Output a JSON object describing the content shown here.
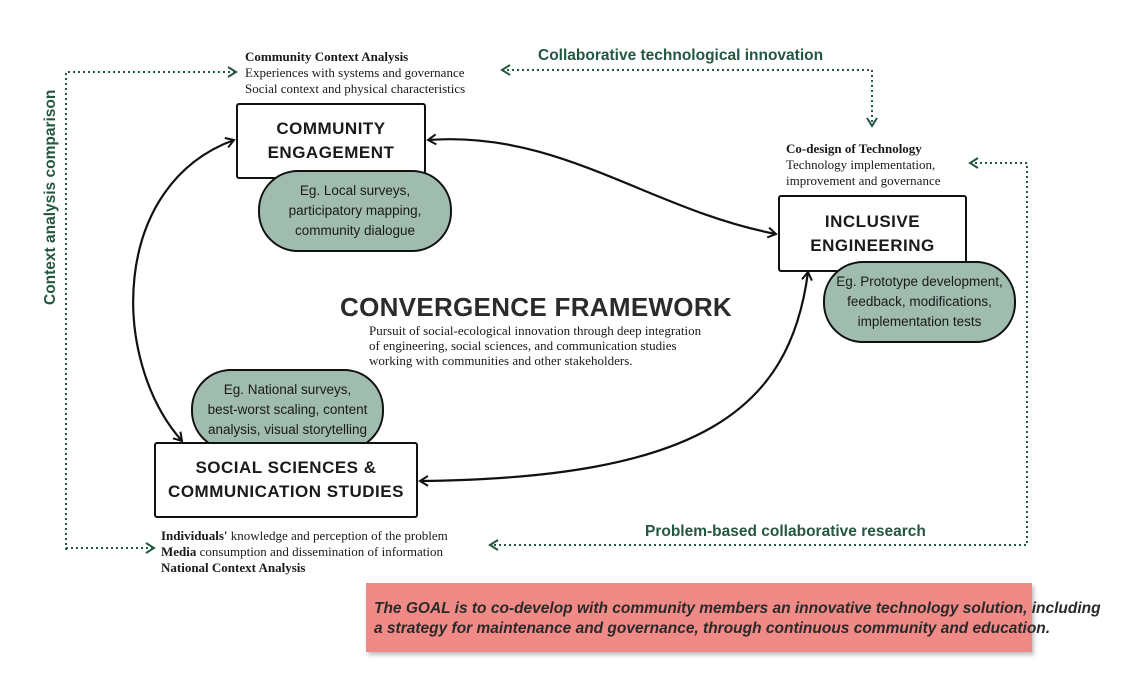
{
  "colors": {
    "green": "#23573f",
    "pill": "#9fbcaf",
    "goal_bg": "#f08a86"
  },
  "community_context": {
    "heading": "Community Context Analysis",
    "line1": "Experiences with systems and governance",
    "line2": "Social context and physical characteristics"
  },
  "collab_innovation": "Collaborative technological innovation",
  "context_comparison": "Context analysis comparison",
  "codesign": {
    "heading": "Co-design of Technology",
    "line1": "Technology implementation,",
    "line2": "improvement and governance"
  },
  "community_box": {
    "line1": "COMMUNITY",
    "line2": "ENGAGEMENT"
  },
  "community_pill": {
    "line1": "Eg. Local surveys,",
    "line2": "participatory mapping,",
    "line3": "community dialogue"
  },
  "inclusive_box": {
    "line1": "INCLUSIVE",
    "line2": "ENGINEERING"
  },
  "inclusive_pill": {
    "line1": "Eg. Prototype development,",
    "line2": "feedback, modifications,",
    "line3": "implementation tests"
  },
  "framework": {
    "title": "CONVERGENCE FRAMEWORK",
    "line1": "Pursuit of social-ecological innovation through deep integration",
    "line2": "of engineering, social sciences, and communication studies",
    "line3": "working with communities and other stakeholders."
  },
  "social_pill": {
    "line1": "Eg. National surveys,",
    "line2": "best-worst scaling, content",
    "line3": "analysis, visual storytelling"
  },
  "social_box": {
    "line1": "SOCIAL SCIENCES &",
    "line2": "COMMUNICATION STUDIES"
  },
  "national": {
    "bold1": "Individuals'",
    "rest1": " knowledge and perception of the problem",
    "bold2": "Media",
    "rest2": " consumption and dissemination of information",
    "heading": "National Context Analysis"
  },
  "problem_based": "Problem-based collaborative research",
  "goal": {
    "line1": "The GOAL is to co-develop with community members an innovative technology solution, including",
    "line2": "a strategy for maintenance and governance, through continuous community and education."
  }
}
